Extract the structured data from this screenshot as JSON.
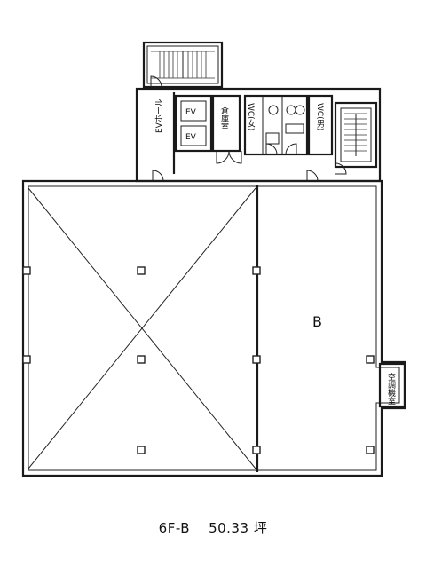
{
  "plan": {
    "unit_label": "B",
    "ev_hall_label": "EVホール",
    "ev_labels": [
      "EV",
      "EV"
    ],
    "storage_label": "倉庫室",
    "wc_labels": [
      "WC(女)",
      "WC(男)"
    ],
    "pipe_space_label": "空調機室",
    "caption": {
      "floor": "6F-B",
      "area": "50.33",
      "unit": "坪"
    }
  }
}
